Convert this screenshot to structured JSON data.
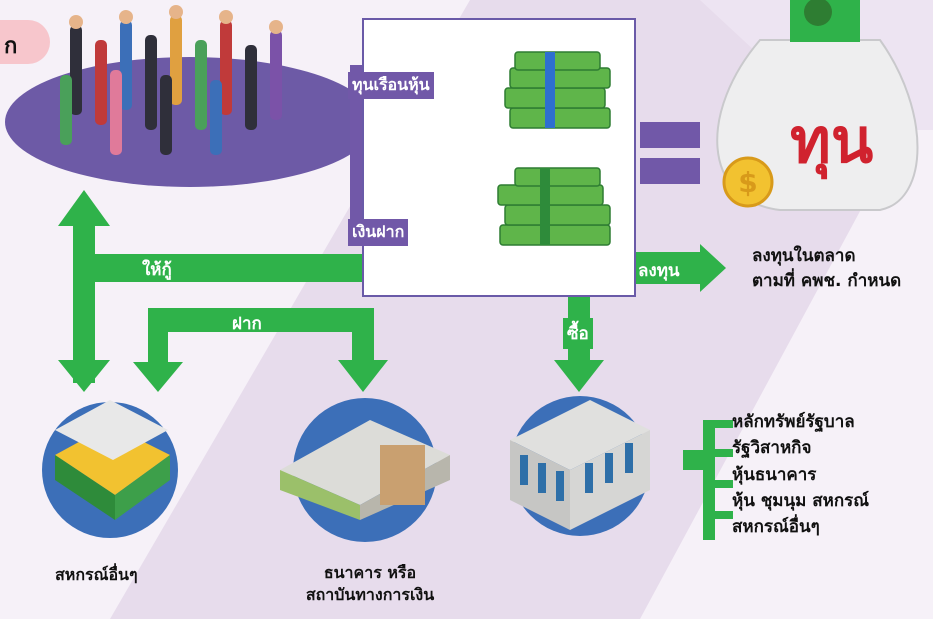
{
  "coop_tag": "ก",
  "capital_sources": {
    "shares": "ทุนเรือนหุ้น",
    "deposits": "เงินฝาก"
  },
  "money_bag": {
    "label": "ทุน"
  },
  "flows": {
    "lend": "ให้กู้",
    "deposit": "ฝาก",
    "invest": "ลงทุน",
    "buy": "ซื้อ"
  },
  "invest_target": {
    "line1": "ลงทุนในตลาด",
    "line2": "ตามที่ คพช. กำหนด"
  },
  "institutions": {
    "other_coops": "สหกรณ์อื่นๆ",
    "bank_line1": "ธนาคาร หรือ",
    "bank_line2": "สถาบันทางการเงิน"
  },
  "securities": [
    "หลักทรัพย์รัฐบาล",
    "รัฐวิสาหกิจ",
    "หุ้นธนาคาร",
    "หุ้น ชุมนุม สหกรณ์",
    "สหกรณ์อื่นๆ"
  ],
  "colors": {
    "green": "#2fb24a",
    "purple": "#7158a8",
    "lavender": "#e6d9ee",
    "red": "#d0222e"
  }
}
